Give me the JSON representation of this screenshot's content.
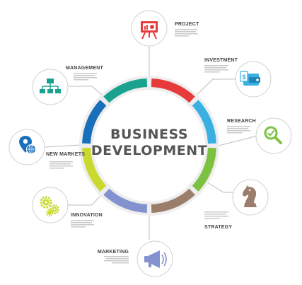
{
  "title": {
    "line1": "BUSINESS",
    "line2": "DEVELOPMENT"
  },
  "segments": [
    {
      "color": "#e73b3b"
    },
    {
      "color": "#3ab0e2"
    },
    {
      "color": "#7dc142"
    },
    {
      "color": "#9b7d6b"
    },
    {
      "color": "#8391cf"
    },
    {
      "color": "#c9d92e"
    },
    {
      "color": "#1a6fba"
    },
    {
      "color": "#1aa28f"
    }
  ],
  "nodes": [
    {
      "id": "project",
      "label": "PROJECT",
      "icon": "presentation-board-icon",
      "icon_color": "#e73b3b"
    },
    {
      "id": "investment",
      "label": "INVESTMENT",
      "icon": "wallet-icon",
      "icon_color": "#3ab0e2"
    },
    {
      "id": "research",
      "label": "RESEARCH",
      "icon": "magnifier-check-icon",
      "icon_color": "#7dc142"
    },
    {
      "id": "strategy",
      "label": "STRATEGY",
      "icon": "chess-knight-icon",
      "icon_color": "#9b7d6b"
    },
    {
      "id": "marketing",
      "label": "MARKETING",
      "icon": "megaphone-icon",
      "icon_color": "#8391cf"
    },
    {
      "id": "innovation",
      "label": "INNOVATION",
      "icon": "gears-icon",
      "icon_color": "#c9d92e"
    },
    {
      "id": "new-markets",
      "label": "NEW MARKETS",
      "icon": "globe-pin-icon",
      "icon_color": "#1a6fba"
    },
    {
      "id": "management",
      "label": "MANAGEMENT",
      "icon": "org-chart-icon",
      "icon_color": "#1aa28f"
    }
  ]
}
